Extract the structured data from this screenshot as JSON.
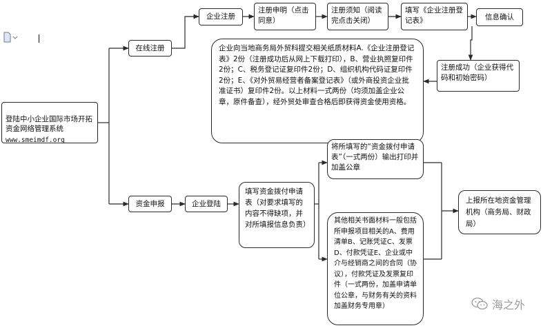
{
  "nodes": {
    "start": {
      "text": "登陆中小企业国际市场开拓资金网络管理系统",
      "url": "www.smeimdf.org"
    },
    "online_register": "在线注册",
    "company_register": "企业注册",
    "register_statement": "注册申明（点击同意）",
    "register_notice": "注册须知（阅读完点击关闭）",
    "fill_form": "填写《企业注册登记表》",
    "info_confirm": "信息确认",
    "register_success": "注册成功（企业获得代码和初始密码）",
    "submit_materials": "企业向当地商务局外贸科提交相关纸质材料A.《企业注册登记表》2份（注册成功后从网上下载打印），B、营业执照复印件2份；C、税务登记证复印件2份；D、组织机构代码证复印件2份；E、《对外贸易经营者备案登记表》（或外商投资企业批准证书）复印件2份。以上材料一式两份（均须加盖企业公章，原件备查），经外贸处审查合格后即获得资金使用资格。",
    "fund_apply": "资金申报",
    "company_login": "企业登陆",
    "fill_apply_form": "填写资金拨付申请表（对要求填写的内容不得缺项，并对所填报信息负责）",
    "print_form": "将所填写的“资金拨付申请表”（一式两份）输出打印并加盖公章",
    "other_materials": "其他相关书面材料一般包括所申报项目相关的A、费用清单B、记账凭证C、发票D、付款凭证E、企业或中介与经销商之间的合同（协议），付款凭证及发票复印件（一式两份，加盖申请单位公章，与财务有关的资料加盖财务专用章）",
    "report_to": "上报所在地资金管理机构（商务局、财政局）"
  },
  "watermark": "海之外",
  "colors": {
    "line": "#2a2a2a",
    "box_border": "#2a2a2a",
    "watermark": "#9a9a9a"
  }
}
